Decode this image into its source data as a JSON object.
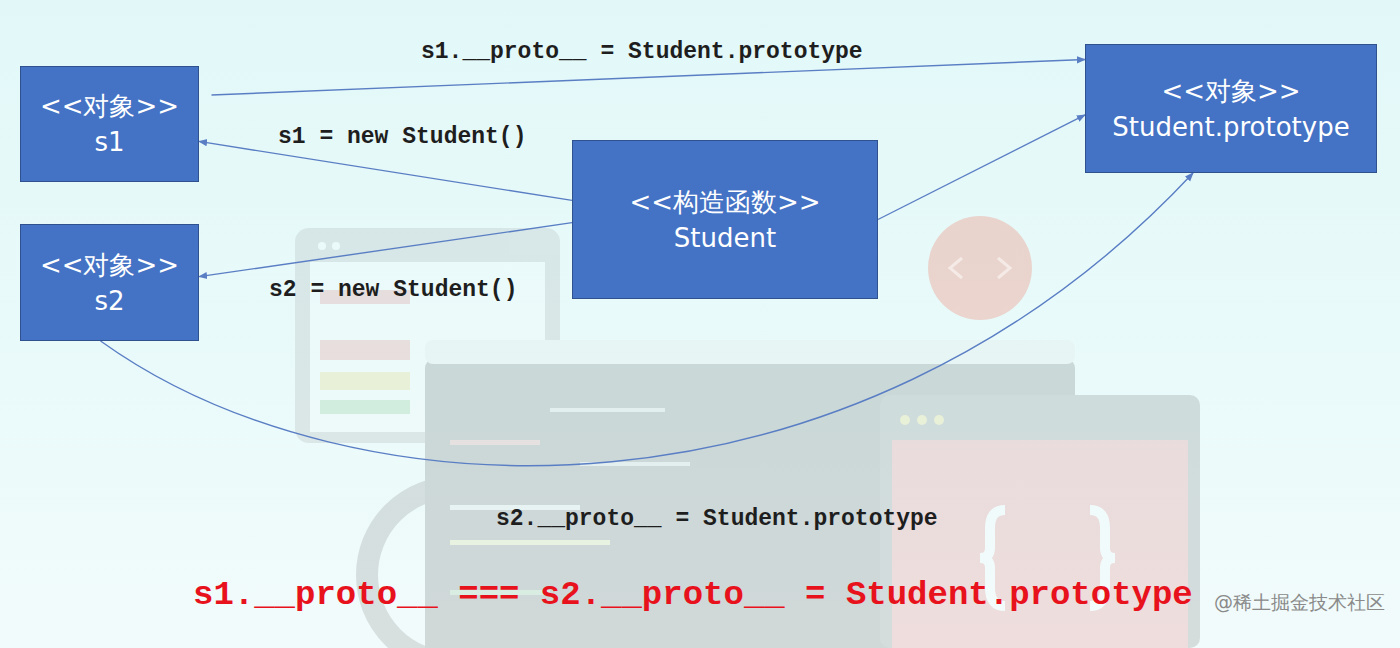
{
  "diagram": {
    "nodes": [
      {
        "text": [
          "<<对象>>",
          "s1"
        ]
      },
      {
        "text": [
          "<<对象>>",
          "Student.prototype"
        ]
      },
      {
        "text": [
          "<<构造函数>>",
          "Student"
        ]
      },
      {
        "text": [
          "<<对象>>",
          "s2"
        ]
      }
    ],
    "edges": [
      {
        "from": 0,
        "to": 1,
        "arrow": "to",
        "label": "s1.__proto__ = Student.prototype"
      },
      {
        "from": 2,
        "to": 0,
        "arrow": "to",
        "label": "s1 = new Student()"
      },
      {
        "from": 2,
        "to": 3,
        "arrow": "to",
        "label": "s2 = new Student()"
      },
      {
        "from": 2,
        "to": 1,
        "arrow": "to"
      },
      {
        "from": 3,
        "to": 1,
        "arrow": "to",
        "label": "s2.__proto__ = Student.prototype"
      }
    ],
    "labels": [
      "s1.__proto__ === s2.__proto__ = Student.prototype",
      "@稀土掘金技术社区"
    ]
  }
}
